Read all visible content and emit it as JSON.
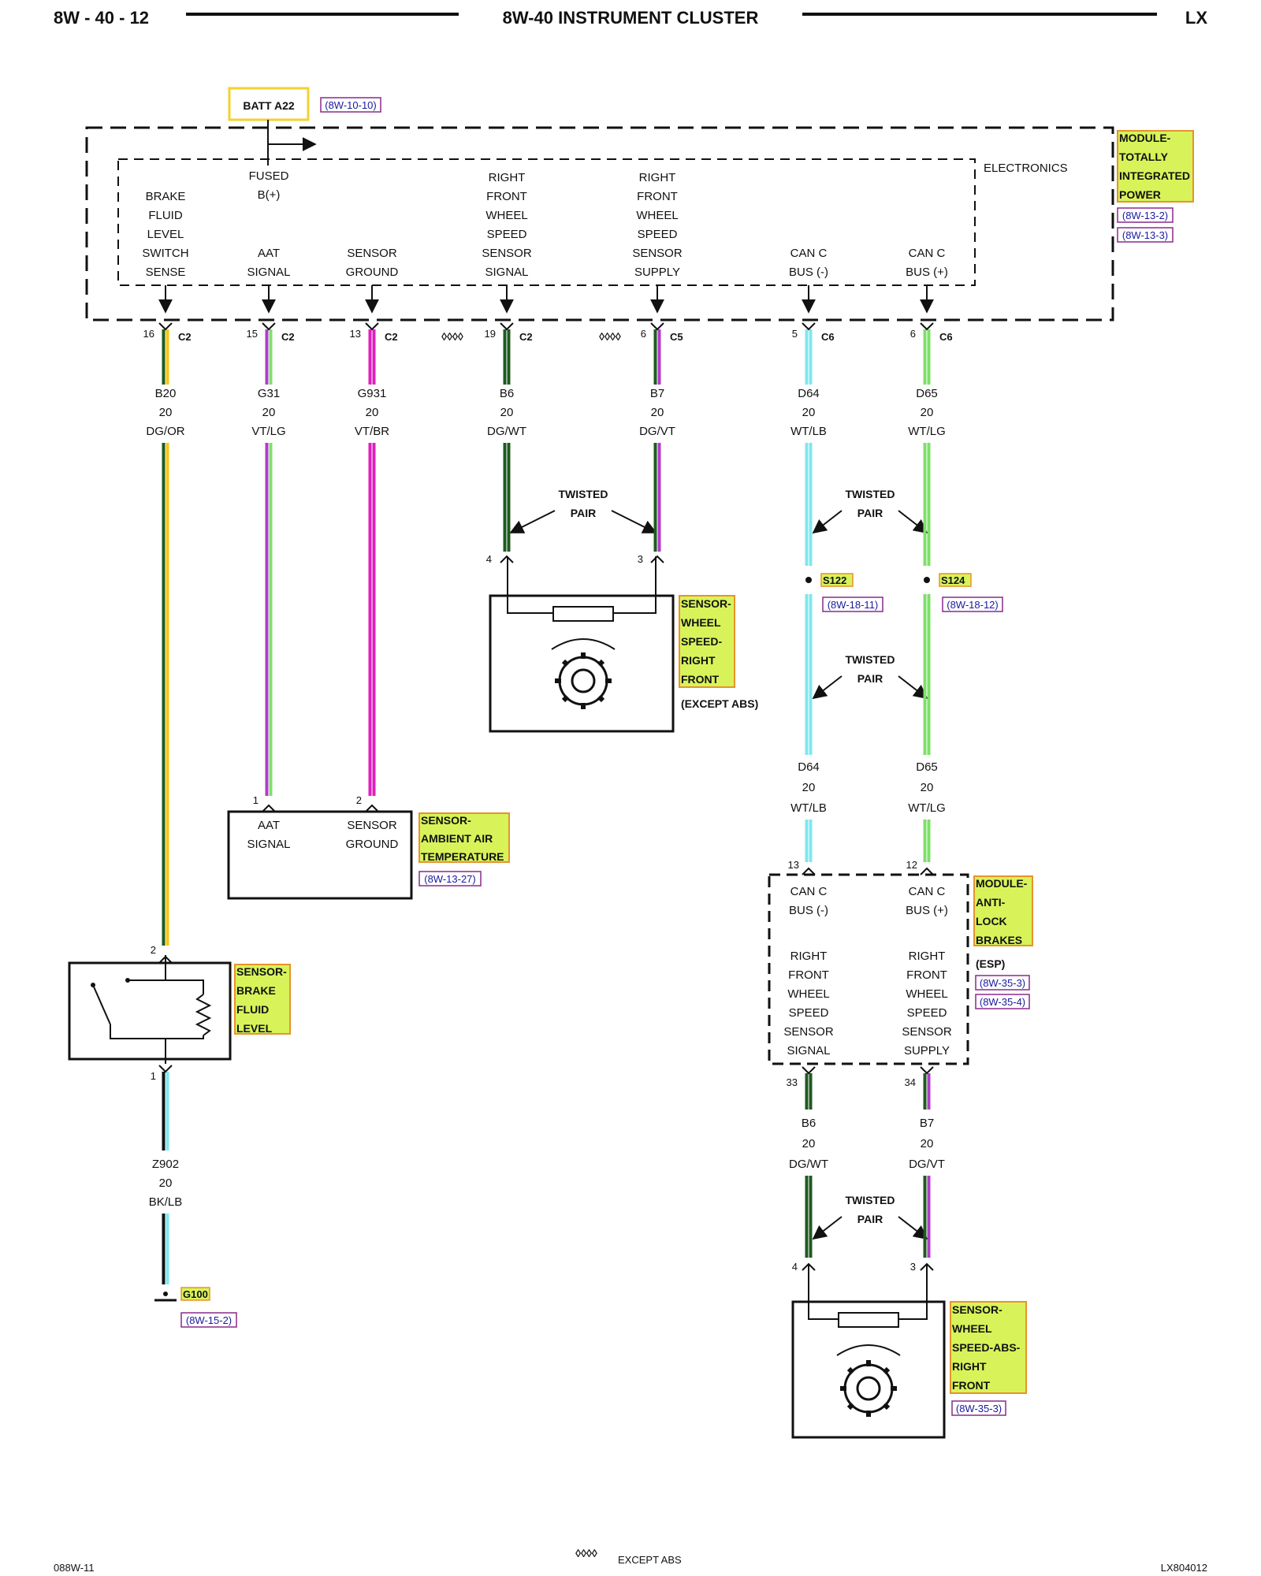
{
  "header": {
    "page_code": "8W - 40 - 12",
    "title": "8W-40 INSTRUMENT CLUSTER",
    "model": "LX"
  },
  "batt": {
    "label": "BATT A22",
    "ref": "(8W-10-10)"
  },
  "tip_module": {
    "name_lines": [
      "MODULE-",
      "TOTALLY",
      "INTEGRATED",
      "POWER"
    ],
    "refs": [
      "(8W-13-2)",
      "(8W-13-3)"
    ],
    "inner_label": "ELECTRONICS",
    "fused_lines": [
      "FUSED",
      "B(+)"
    ]
  },
  "cluster_pins": [
    {
      "lines": [
        "BRAKE",
        "FLUID",
        "LEVEL",
        "SWITCH",
        "SENSE"
      ],
      "pin": "16",
      "conn": "C2",
      "wire": "B20",
      "gauge": "20",
      "color": "DG/OR"
    },
    {
      "lines": [
        "AAT",
        "SIGNAL"
      ],
      "pin": "15",
      "conn": "C2",
      "wire": "G31",
      "gauge": "20",
      "color": "VT/LG"
    },
    {
      "lines": [
        "SENSOR",
        "GROUND"
      ],
      "pin": "13",
      "conn": "C2",
      "wire": "G931",
      "gauge": "20",
      "color": "VT/BR"
    },
    {
      "lines": [
        "RIGHT",
        "FRONT",
        "WHEEL",
        "SPEED",
        "SENSOR",
        "SIGNAL"
      ],
      "pin": "19",
      "conn": "C2",
      "wire": "B6",
      "gauge": "20",
      "color": "DG/WT"
    },
    {
      "lines": [
        "RIGHT",
        "FRONT",
        "WHEEL",
        "SPEED",
        "SENSOR",
        "SUPPLY"
      ],
      "pin": "6",
      "conn": "C5",
      "wire": "B7",
      "gauge": "20",
      "color": "DG/VT"
    },
    {
      "lines": [
        "CAN C",
        "BUS (-)"
      ],
      "pin": "5",
      "conn": "C6",
      "wire": "D64",
      "gauge": "20",
      "color": "WT/LB"
    },
    {
      "lines": [
        "CAN C",
        "BUS (+)"
      ],
      "pin": "6",
      "conn": "C6",
      "wire": "D65",
      "gauge": "20",
      "color": "WT/LG"
    }
  ],
  "except_abs_marks": "◊◊◊◊",
  "twisted_pair": [
    "TWISTED",
    "PAIR"
  ],
  "wss_except": {
    "pins": [
      "4",
      "3"
    ],
    "name_lines": [
      "SENSOR-",
      "WHEEL",
      "SPEED-",
      "RIGHT",
      "FRONT"
    ],
    "note": "(EXCEPT ABS)"
  },
  "splices": [
    {
      "id": "S122",
      "ref": "(8W-18-11)"
    },
    {
      "id": "S124",
      "ref": "(8W-18-12)"
    }
  ],
  "can_lower_wires": [
    {
      "wire": "D64",
      "gauge": "20",
      "color": "WT/LB",
      "pin": "13"
    },
    {
      "wire": "D65",
      "gauge": "20",
      "color": "WT/LG",
      "pin": "12"
    }
  ],
  "aat_sensor": {
    "pins": [
      "1",
      "2"
    ],
    "labels": [
      [
        "AAT",
        "SIGNAL"
      ],
      [
        "SENSOR",
        "GROUND"
      ]
    ],
    "name_lines": [
      "SENSOR-",
      "AMBIENT AIR",
      "TEMPERATURE"
    ],
    "ref": "(8W-13-27)"
  },
  "abs_module": {
    "top_labels": [
      [
        "CAN C",
        "BUS (-)"
      ],
      [
        "CAN C",
        "BUS (+)"
      ]
    ],
    "bottom_labels": [
      [
        "RIGHT",
        "FRONT",
        "WHEEL",
        "SPEED",
        "SENSOR",
        "SIGNAL"
      ],
      [
        "RIGHT",
        "FRONT",
        "WHEEL",
        "SPEED",
        "SENSOR",
        "SUPPLY"
      ]
    ],
    "name_lines": [
      "MODULE-",
      "ANTI-",
      "LOCK",
      "BRAKES"
    ],
    "note": "(ESP)",
    "refs": [
      "(8W-35-3)",
      "(8W-35-4)"
    ],
    "out_pins": [
      "33",
      "34"
    ]
  },
  "abs_wires": [
    {
      "wire": "B6",
      "gauge": "20",
      "color": "DG/WT",
      "pin": "4"
    },
    {
      "wire": "B7",
      "gauge": "20",
      "color": "DG/VT",
      "pin": "3"
    }
  ],
  "wss_abs": {
    "name_lines": [
      "SENSOR-",
      "WHEEL",
      "SPEED-ABS-",
      "RIGHT",
      "FRONT"
    ],
    "ref": "(8W-35-3)"
  },
  "brake_sensor": {
    "pins": [
      "2",
      "1"
    ],
    "name_lines": [
      "SENSOR-",
      "BRAKE",
      "FLUID",
      "LEVEL"
    ]
  },
  "ground_wire": {
    "wire": "Z902",
    "gauge": "20",
    "color": "BK/LB"
  },
  "ground": {
    "id": "G100",
    "ref": "(8W-15-2)"
  },
  "footer": {
    "left": "088W-11",
    "legend_mark": "◊◊◊◊",
    "legend_text": "EXCEPT ABS",
    "right": "LX804012"
  },
  "colors": {
    "highlight": "#d8f35a",
    "highlight_border": "#e8922a",
    "batt_border": "#f2d22e",
    "ref_border": "#8a2a8a",
    "dark_green": "#1f5a1f",
    "orange": "#f5c518",
    "violet": "#b03cc8",
    "light_green": "#7ee06a",
    "magenta": "#e01fbf",
    "light_blue": "#7ee8ee",
    "white_stripe": "#ffffff",
    "black": "#111111"
  }
}
